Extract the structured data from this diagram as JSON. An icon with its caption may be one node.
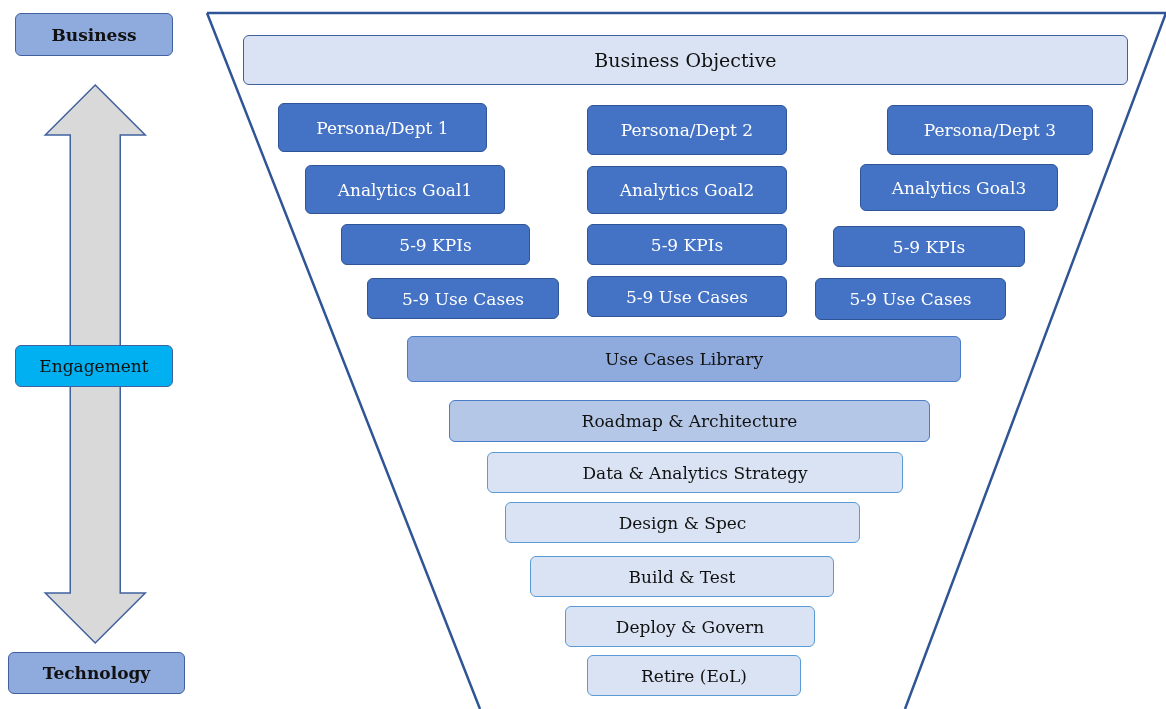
{
  "diagram": {
    "nodes": [
      {
        "text": [
          "Business"
        ]
      },
      {
        "text": [
          "Engagement"
        ]
      },
      {
        "text": [
          "Technology"
        ]
      },
      {
        "text": [
          "Business Objective"
        ]
      },
      {
        "text": [
          "Persona/Dept 1"
        ]
      },
      {
        "text": [
          "Persona/Dept 2"
        ]
      },
      {
        "text": [
          "Persona/Dept 3"
        ]
      },
      {
        "text": [
          "Analytics Goal1"
        ]
      },
      {
        "text": [
          "Analytics Goal2"
        ]
      },
      {
        "text": [
          "Analytics Goal3"
        ]
      },
      {
        "text": [
          "5-9 KPIs"
        ]
      },
      {
        "text": [
          "5-9 KPIs"
        ]
      },
      {
        "text": [
          "5-9 KPIs"
        ]
      },
      {
        "text": [
          "5-9 Use Cases"
        ]
      },
      {
        "text": [
          "5-9 Use Cases"
        ]
      },
      {
        "text": [
          "5-9 Use Cases"
        ]
      },
      {
        "text": [
          "Use Cases Library"
        ]
      },
      {
        "text": [
          "Roadmap & Architecture"
        ]
      },
      {
        "text": [
          "Data & Analytics Strategy"
        ]
      },
      {
        "text": [
          "Design & Spec"
        ]
      },
      {
        "text": [
          "Build & Test"
        ]
      },
      {
        "text": [
          "Deploy & Govern"
        ]
      },
      {
        "text": [
          "Retire (EoL)"
        ]
      }
    ],
    "edges": [
      {
        "from": 0,
        "to": 2,
        "arrow": "both",
        "style": "thick"
      }
    ]
  }
}
